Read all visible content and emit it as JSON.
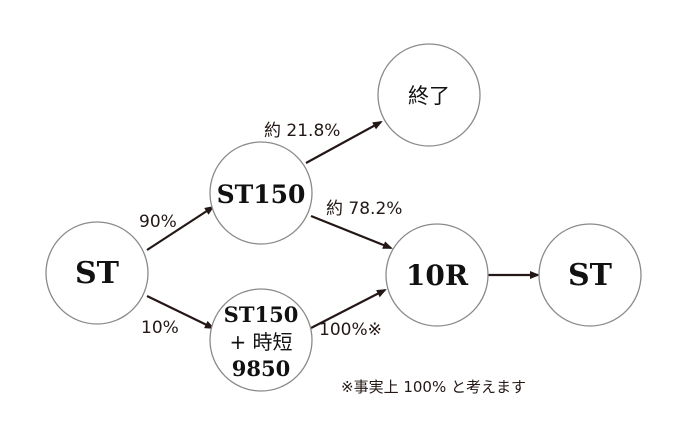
{
  "nodes": {
    "st_start": "ST",
    "st150": "ST150",
    "st150_jitan": {
      "line1": "ST150",
      "line2": "+ 時短",
      "line3": "9850"
    },
    "end": "終了",
    "ten_r": "10R",
    "st_final": "ST"
  },
  "edges": {
    "st_to_st150": "90%",
    "st_to_jitan": "10%",
    "st150_to_end": "約 21.8%",
    "st150_to_10r": "約 78.2%",
    "jitan_to_10r": "100%※"
  },
  "footnote": "※事実上 100% と考えます",
  "colors": {
    "circle_stroke": "#8a8a8a",
    "arrow": "#231815"
  }
}
